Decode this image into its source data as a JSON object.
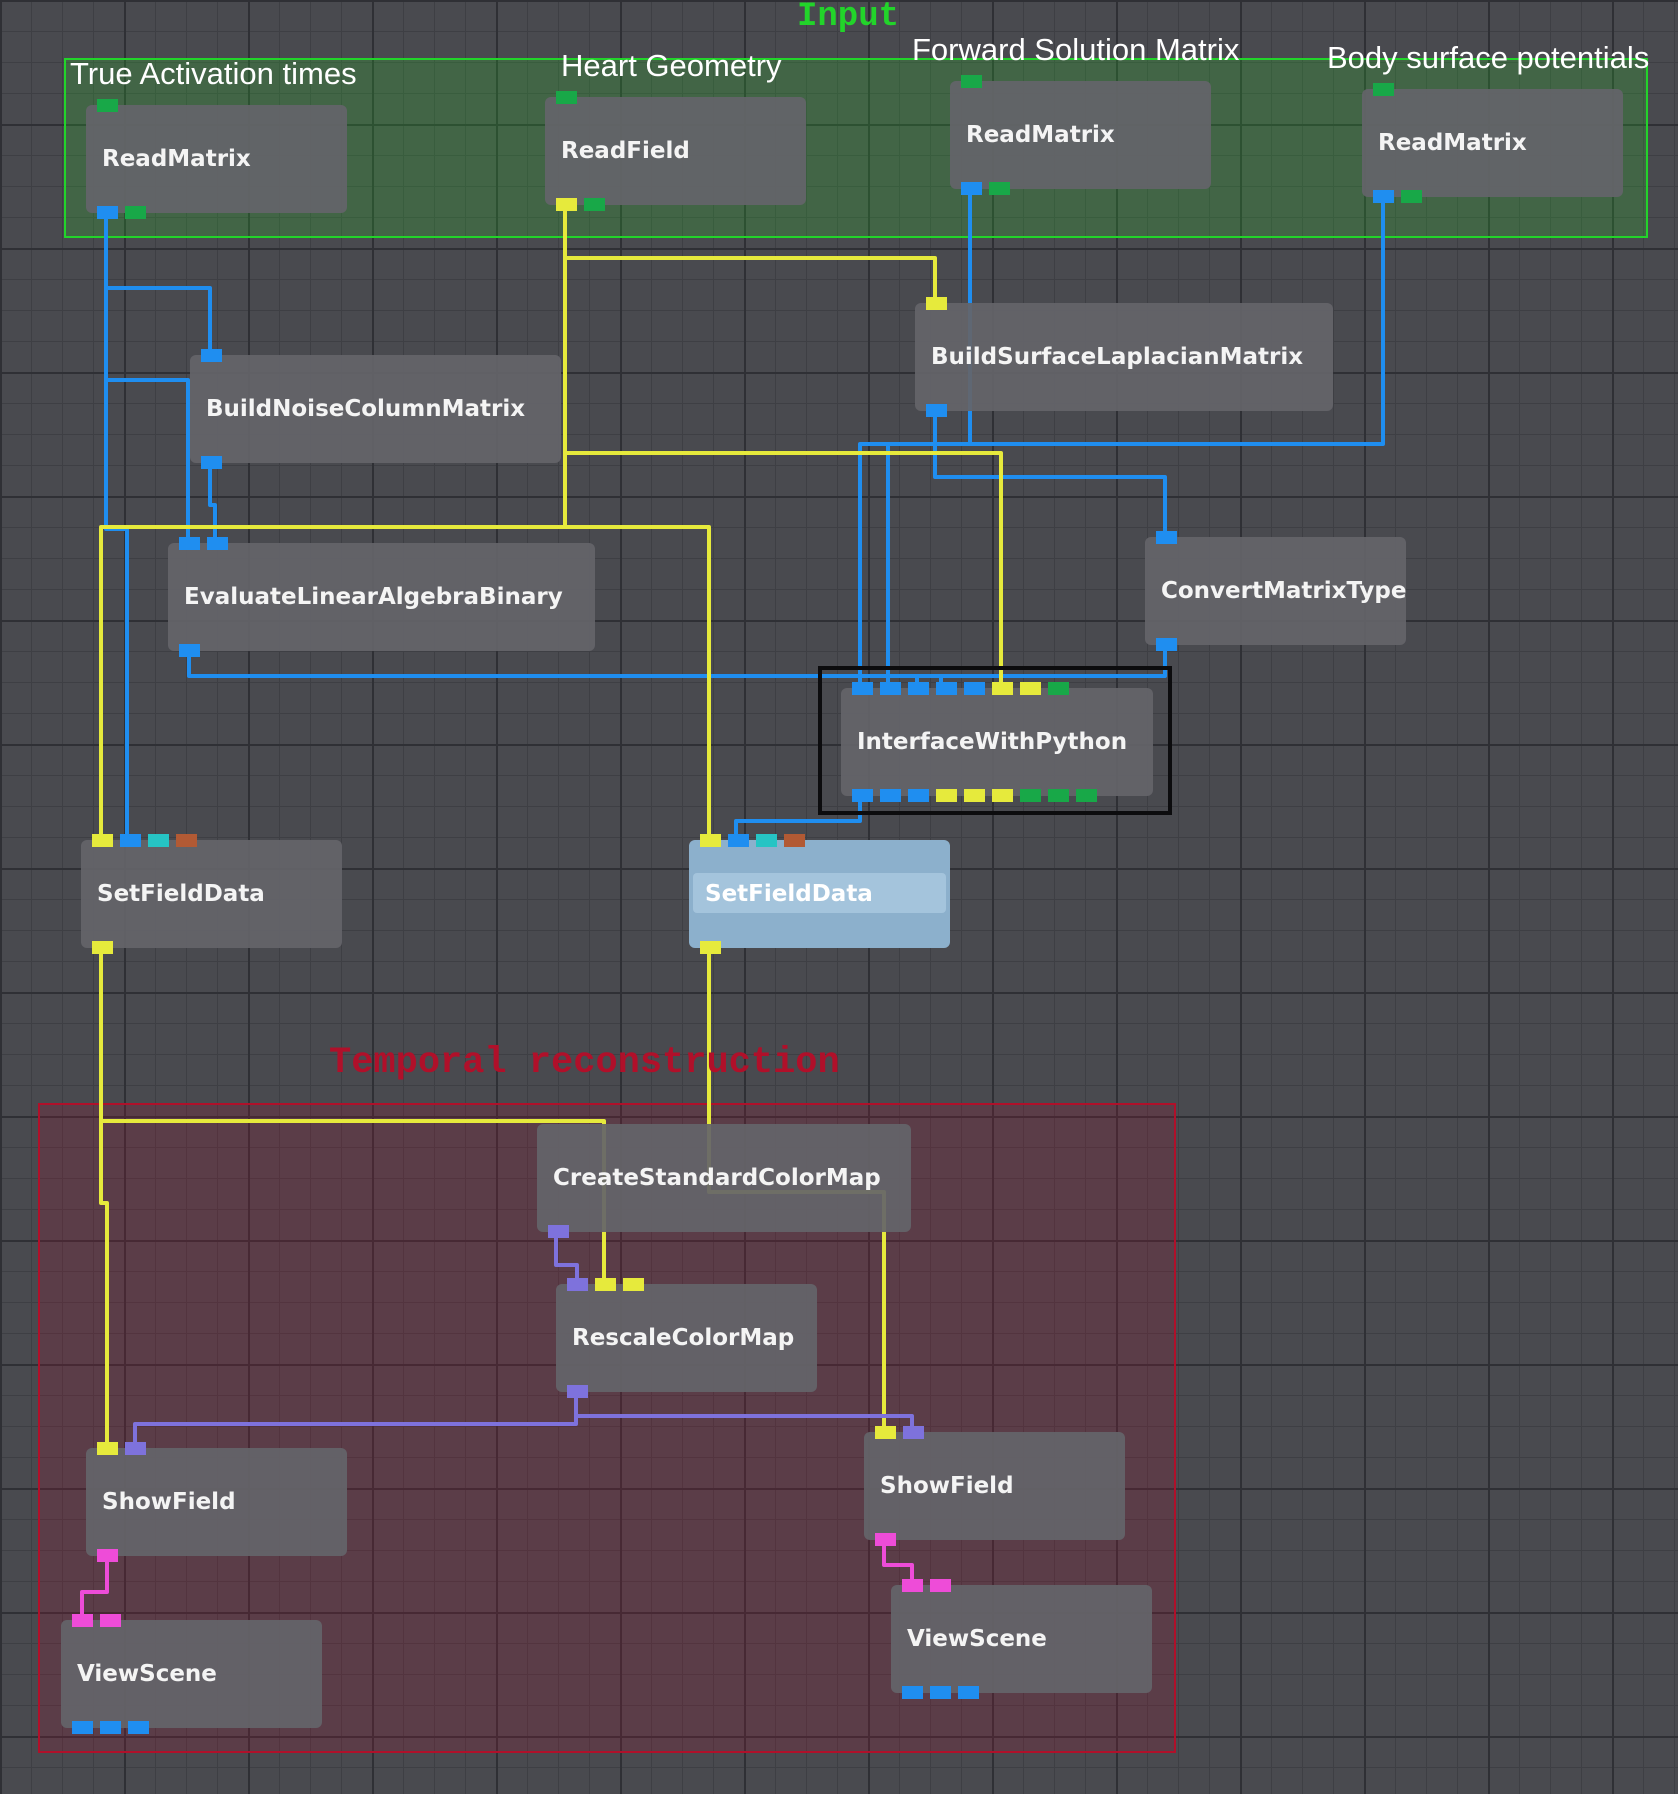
{
  "groups": {
    "input": {
      "title": "Input",
      "color": "#22d42a"
    },
    "temporal": {
      "title": "Temporal reconstruction",
      "color": "#b0102a"
    }
  },
  "notes": {
    "true_activation": "True Activation times",
    "heart_geometry": "Heart Geometry",
    "forward_solution": "Forward Solution Matrix",
    "body_surface": "Body surface potentials"
  },
  "modules": {
    "read_matrix_true": {
      "label": "ReadMatrix",
      "inputs": [
        "green"
      ],
      "outputs": [
        "blue",
        "green"
      ]
    },
    "read_field_heart": {
      "label": "ReadField",
      "inputs": [
        "green"
      ],
      "outputs": [
        "yellow",
        "green"
      ]
    },
    "read_matrix_forward": {
      "label": "ReadMatrix",
      "inputs": [
        "green"
      ],
      "outputs": [
        "blue",
        "green"
      ]
    },
    "read_matrix_body": {
      "label": "ReadMatrix",
      "inputs": [
        "green"
      ],
      "outputs": [
        "blue",
        "green"
      ]
    },
    "build_surface_laplacian": {
      "label": "BuildSurfaceLaplacianMatrix",
      "inputs": [
        "yellow"
      ],
      "outputs": [
        "blue"
      ]
    },
    "build_noise_column": {
      "label": "BuildNoiseColumnMatrix",
      "inputs": [
        "blue"
      ],
      "outputs": [
        "blue"
      ]
    },
    "evaluate_linear_algebra": {
      "label": "EvaluateLinearAlgebraBinary",
      "inputs": [
        "blue",
        "blue"
      ],
      "outputs": [
        "blue"
      ]
    },
    "convert_matrix_type": {
      "label": "ConvertMatrixType",
      "inputs": [
        "blue"
      ],
      "outputs": [
        "blue"
      ]
    },
    "interface_with_python": {
      "label": "InterfaceWithPython",
      "inputs": [
        "blue",
        "blue",
        "blue",
        "blue",
        "blue",
        "yellow",
        "yellow",
        "green"
      ],
      "outputs": [
        "blue",
        "blue",
        "blue",
        "yellow",
        "yellow",
        "yellow",
        "green",
        "green",
        "green"
      ]
    },
    "set_field_data_1": {
      "label": "SetFieldData",
      "inputs": [
        "yellow",
        "blue",
        "teal",
        "brown"
      ],
      "outputs": [
        "yellow"
      ]
    },
    "set_field_data_2": {
      "label": "SetFieldData",
      "inputs": [
        "yellow",
        "blue",
        "teal",
        "brown"
      ],
      "outputs": [
        "yellow"
      ]
    },
    "create_standard_colormap": {
      "label": "CreateStandardColorMap",
      "inputs": [],
      "outputs": [
        "purple"
      ]
    },
    "rescale_colormap": {
      "label": "RescaleColorMap",
      "inputs": [
        "purple",
        "yellow",
        "yellow"
      ],
      "outputs": [
        "purple"
      ]
    },
    "show_field_1": {
      "label": "ShowField",
      "inputs": [
        "yellow",
        "purple"
      ],
      "outputs": [
        "pink"
      ]
    },
    "show_field_2": {
      "label": "ShowField",
      "inputs": [
        "yellow",
        "purple"
      ],
      "outputs": [
        "pink"
      ]
    },
    "view_scene_1": {
      "label": "ViewScene",
      "inputs": [
        "pink",
        "pink"
      ],
      "outputs": [
        "blue",
        "blue",
        "blue"
      ]
    },
    "view_scene_2": {
      "label": "ViewScene",
      "inputs": [
        "pink",
        "pink"
      ],
      "outputs": [
        "blue",
        "blue",
        "blue"
      ]
    }
  },
  "port_colors": {
    "blue": "#1f8ef0",
    "green": "#18a848",
    "yellow": "#e6ea3c",
    "teal": "#26c4c4",
    "brown": "#b25a34",
    "purple": "#7e72dc",
    "pink": "#ee4cd8"
  }
}
